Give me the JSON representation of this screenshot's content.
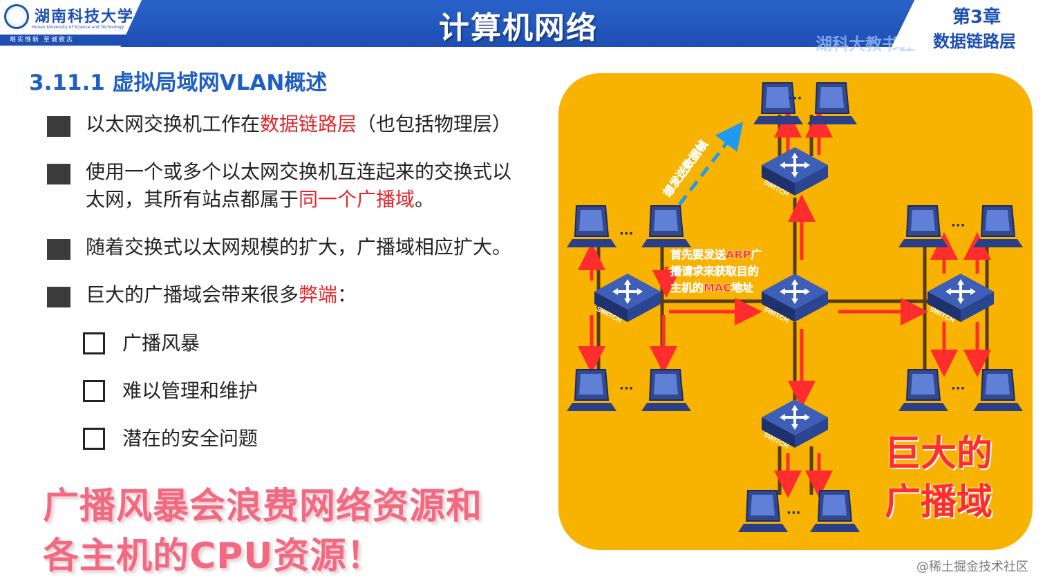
{
  "header": {
    "university_name": "湖南科技大学",
    "university_en": "Hunan University of Science and Technology",
    "motto": "唯实惟新 至诚致志",
    "title": "计算机网络",
    "chapter_number": "第3章",
    "chapter_name": "数据链路层",
    "watermark": "湖科大教书匠"
  },
  "section_title": "3.11.1 虚拟局域网VLAN概述",
  "bullets": [
    {
      "pre": "以太网交换机工作在",
      "highlight": "数据链路层",
      "post": "（也包括物理层）"
    },
    {
      "line1": "使用一个或多个以太网交换机互连起来的交换式以",
      "pre": "太网，其所有站点都属于",
      "highlight": "同一个广播域",
      "post": "。"
    },
    {
      "text": "随着交换式以太网规模的扩大，广播域相应扩大。"
    },
    {
      "pre": "巨大的广播域会带来很多",
      "highlight": "弊端",
      "post": "："
    }
  ],
  "sub_items": [
    "广播风暴",
    "难以管理和维护",
    "潜在的安全问题"
  ],
  "emphasis": {
    "line1": "广播风暴会浪费网络资源和",
    "line2": "各主机的CPU资源！"
  },
  "diagram": {
    "switch_label": "SWITCH",
    "ellipsis": "···",
    "send_frame_label": "想发送数据帧",
    "arp_note": [
      "首先要发送ARP广",
      "播请求来获取目的",
      "主机的MAC地址"
    ],
    "big_label_line1": "巨大的",
    "big_label_line2": "广播域"
  },
  "footer_credit": "@稀土掘金技术社区",
  "colors": {
    "header_blue": "#1d4fb3",
    "title_blue": "#1f5fc3",
    "highlight_red": "#e3262b",
    "emphasis_pink": "#f26a82",
    "diagram_orange": "#f8b200",
    "arrow_red": "#ff2d2d",
    "arrow_blue": "#1e9bf0",
    "switch_blue": "#25418f"
  }
}
